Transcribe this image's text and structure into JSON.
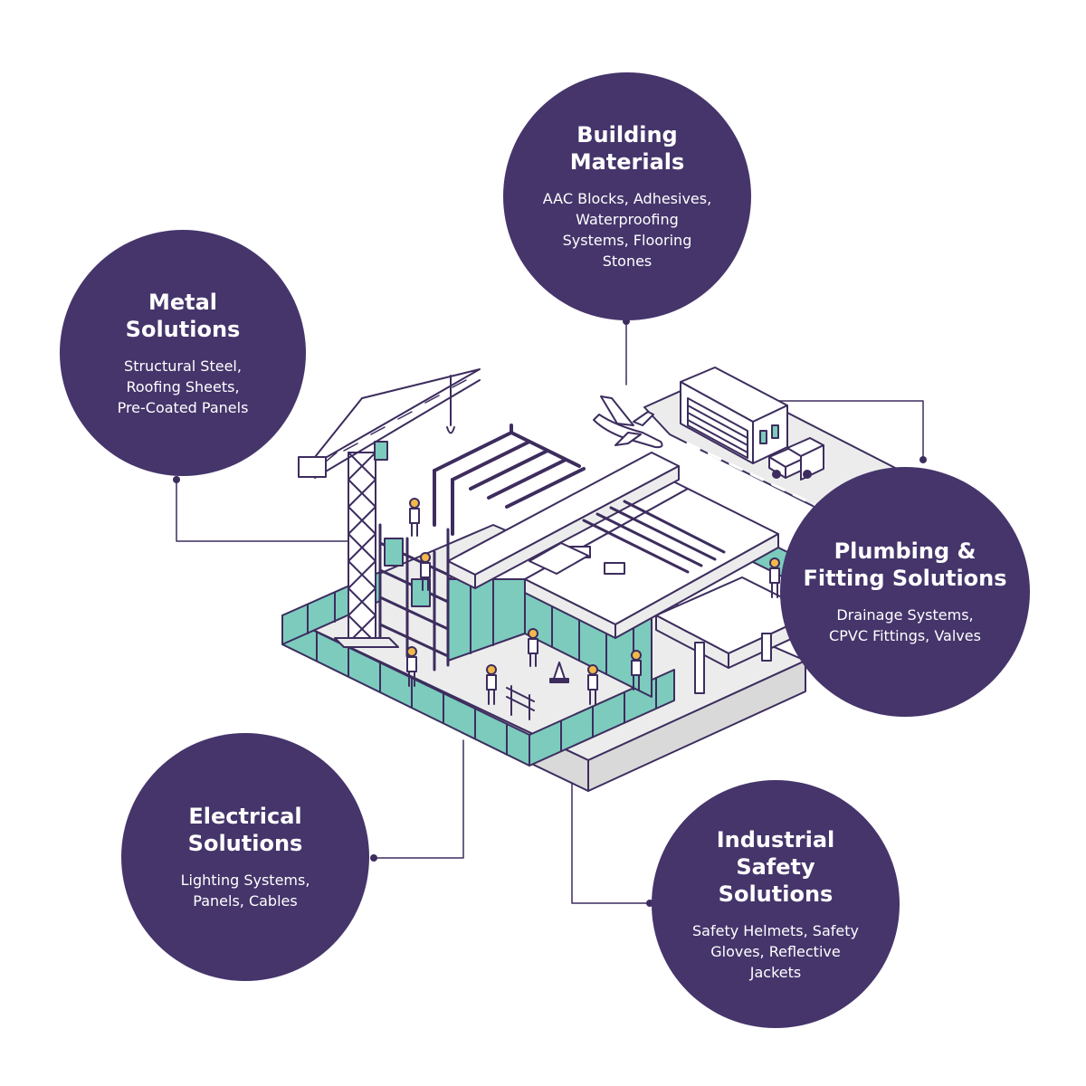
{
  "colors": {
    "bubble": "#45356b",
    "outline": "#3d2d5e",
    "glass": "#7ccbbd",
    "floor": "#ececec"
  },
  "categories": [
    {
      "id": "building",
      "title": "Building\nMaterials",
      "description": "AAC Blocks, Adhesives,\nWaterproofing\nSystems, Flooring\nStones"
    },
    {
      "id": "metal",
      "title": "Metal\nSolutions",
      "description": "Structural Steel,\nRoofing Sheets,\nPre-Coated Panels"
    },
    {
      "id": "plumbing",
      "title": "Plumbing &\nFitting Solutions",
      "description": "Drainage Systems,\nCPVC Fittings, Valves"
    },
    {
      "id": "electrical",
      "title": "Electrical\nSolutions",
      "description": "Lighting Systems,\nPanels, Cables"
    },
    {
      "id": "safety",
      "title": "Industrial Safety\nSolutions",
      "description": "Safety Helmets, Safety\nGloves, Reflective\nJackets"
    }
  ]
}
